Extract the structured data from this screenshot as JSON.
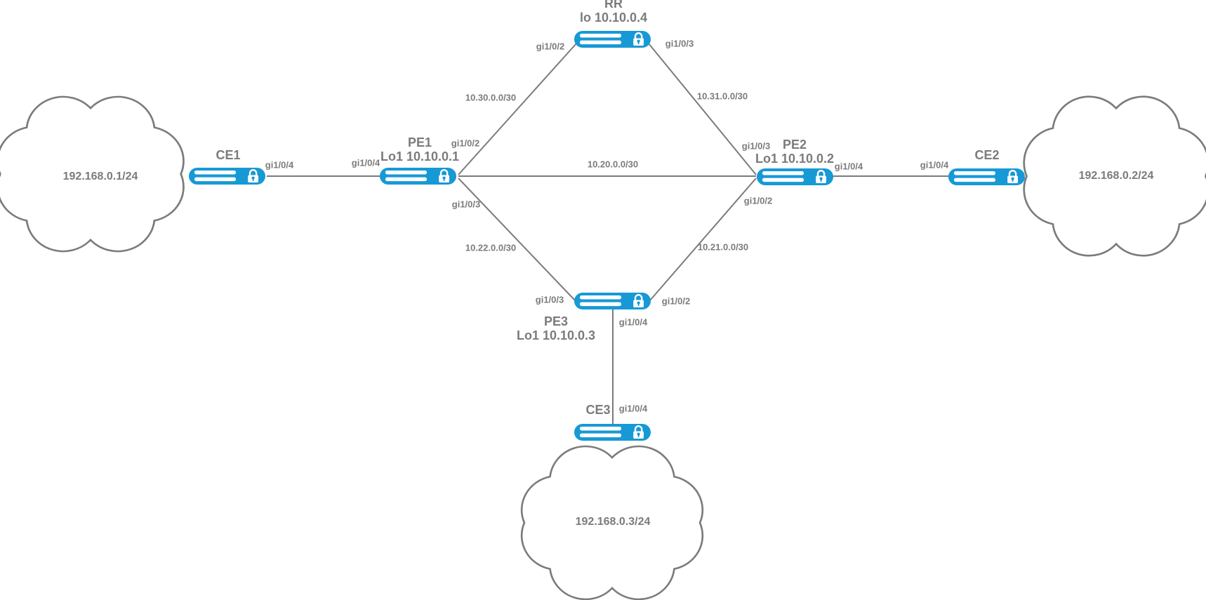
{
  "diagram": {
    "background": "#ffffff",
    "colors": {
      "device_fill": "#1799d6",
      "link_stroke": "#7b7b7b",
      "cloud_stroke": "#7b7b7b",
      "label_text": "#7b7b7b"
    }
  },
  "devices": [
    {
      "id": "RR",
      "name": "RR",
      "loopback": "lo 10.10.0.4"
    },
    {
      "id": "PE1",
      "name": "PE1",
      "loopback": "Lo1 10.10.0.1"
    },
    {
      "id": "PE2",
      "name": "PE2",
      "loopback": "Lo1 10.10.0.2"
    },
    {
      "id": "PE3",
      "name": "PE3",
      "loopback": "Lo1 10.10.0.3"
    },
    {
      "id": "CE1",
      "name": "CE1"
    },
    {
      "id": "CE2",
      "name": "CE2"
    },
    {
      "id": "CE3",
      "name": "CE3"
    }
  ],
  "clouds": [
    {
      "id": "cloud-left",
      "label": "192.168.0.1/24"
    },
    {
      "id": "cloud-right",
      "label": "192.168.0.2/24"
    },
    {
      "id": "cloud-bottom",
      "label": "192.168.0.3/24"
    }
  ],
  "links": [
    {
      "from": "PE1",
      "to": "RR",
      "subnet": "10.30.0.0/30"
    },
    {
      "from": "RR",
      "to": "PE2",
      "subnet": "10.31.0.0/30"
    },
    {
      "from": "PE1",
      "to": "PE2",
      "subnet": "10.20.0.0/30"
    },
    {
      "from": "PE1",
      "to": "PE3",
      "subnet": "10.22.0.0/30"
    },
    {
      "from": "PE2",
      "to": "PE3",
      "subnet": "10.21.0.0/30"
    }
  ],
  "interfaces": [
    {
      "device": "RR",
      "text": "gi1/0/2"
    },
    {
      "device": "RR",
      "text": "gi1/0/3"
    },
    {
      "device": "PE1",
      "text": "gi1/0/4"
    },
    {
      "device": "PE1",
      "text": "gi1/0/2"
    },
    {
      "device": "PE1",
      "text": "gi1/0/3"
    },
    {
      "device": "PE2",
      "text": "gi1/0/3"
    },
    {
      "device": "PE2",
      "text": "gi1/0/4"
    },
    {
      "device": "PE2",
      "text": "gi1/0/2"
    },
    {
      "device": "PE3",
      "text": "gi1/0/3"
    },
    {
      "device": "PE3",
      "text": "gi1/0/2"
    },
    {
      "device": "PE3",
      "text": "gi1/0/4"
    },
    {
      "device": "CE1",
      "text": "gi1/0/4"
    },
    {
      "device": "CE2",
      "text": "gi1/0/4"
    },
    {
      "device": "CE3",
      "text": "gi1/0/4"
    }
  ]
}
